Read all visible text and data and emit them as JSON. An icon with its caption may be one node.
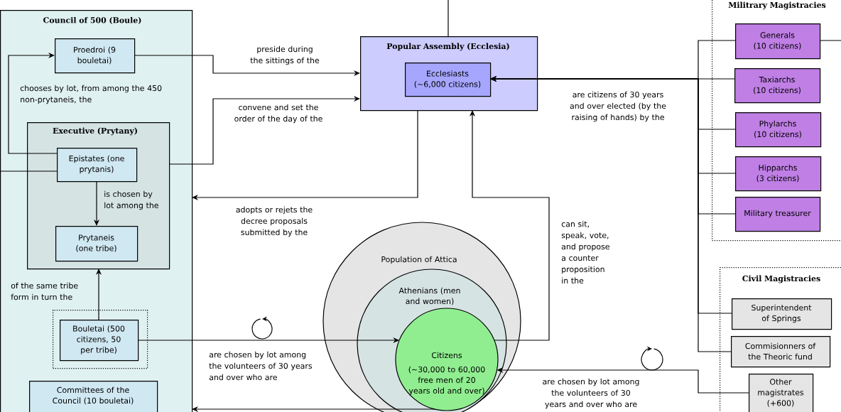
{
  "diagram": {
    "nodes": [
      {
        "text": [
          "Council of 500 (Boule)"
        ]
      },
      {
        "text": [
          "Proedroi (9 bouletai)"
        ],
        "in": 0
      },
      {
        "text": [
          "Executive (Prytany)"
        ],
        "in": 0
      },
      {
        "text": [
          "Epistates (one prytanis)"
        ],
        "in": 2
      },
      {
        "text": [
          "Prytaneis (one tribe)"
        ],
        "in": 2
      },
      {
        "text": [],
        "shape": "box",
        "in": 0
      },
      {
        "text": [
          "Bouletai (500 citizens, 50 per tribe)"
        ],
        "in": 5
      },
      {
        "text": [
          "Committees of the Council (10 bouletai)"
        ],
        "in": 0
      },
      {
        "text": [
          "Popular Assembly (Ecclesia)"
        ]
      },
      {
        "text": [
          "Ecclesiasts (~6,000 citizens)"
        ],
        "in": 8
      },
      {
        "text": [
          "Population of Attica"
        ]
      },
      {
        "text": [
          "Athenians (men and women)"
        ],
        "in": 10
      },
      {
        "text": [
          "Citizens",
          "(~30,000 to 60,000 free men of 20 years old and over)"
        ],
        "in": 11
      },
      {
        "text": [
          "Militrary Magistracies"
        ]
      },
      {
        "text": [
          "Generals (10 citizens)"
        ],
        "in": 13
      },
      {
        "text": [
          "Taxiarchs (10 citizens)"
        ],
        "in": 13
      },
      {
        "text": [
          "Phylarchs (10 citizens)"
        ],
        "in": 13
      },
      {
        "text": [
          "Hipparchs (3 citizens)"
        ],
        "in": 13
      },
      {
        "text": [
          "Military treasurer"
        ],
        "in": 13
      },
      {
        "text": [
          "Civil Magistracies"
        ]
      },
      {
        "text": [
          "Superintendent of Springs"
        ],
        "in": 19
      },
      {
        "text": [
          "Commisionners of the Theoric fund"
        ],
        "in": 19
      },
      {
        "text": [
          "Other magistrates (+600)"
        ],
        "in": 19
      }
    ],
    "edges": [
      {
        "from": 1,
        "to": 8,
        "arrow": "to",
        "label": "preside during the sittings of the"
      },
      {
        "from": 3,
        "to": 1,
        "arrow": "to",
        "label": "chooses by lot, from among the 450 non-prytaneis, the"
      },
      {
        "from": 2,
        "to": 8,
        "arrow": "to",
        "label": "convene and set the order of the day of the"
      },
      {
        "from": 3,
        "to": 4,
        "arrow": "to",
        "label": "is chosen by lot among the"
      },
      {
        "from": 3,
        "to": null,
        "arrow": "none"
      },
      {
        "from": 6,
        "to": 2,
        "arrow": "to",
        "label": "of the same tribe form in turn the"
      },
      {
        "from": 8,
        "to": 0,
        "arrow": "to",
        "label": "adopts or rejets the decree proposals submitted by the"
      },
      {
        "from": 12,
        "to": 8,
        "arrow": "to",
        "label": "can sit, speak, vote, and propose a counter proposition in the"
      },
      {
        "from": 6,
        "to": 12,
        "arrow": "to",
        "label": "are chosen by lot among the volunteers of 30 years and over who are"
      },
      {
        "from": 12,
        "to": 0,
        "arrow": "to"
      },
      {
        "from": 14,
        "to": 9,
        "arrow": "to"
      },
      {
        "from": 15,
        "to": 9,
        "arrow": "to",
        "label": "are citizens of 30 years and over elected (by the raising of hands) by the"
      },
      {
        "from": 16,
        "to": 9,
        "arrow": "to"
      },
      {
        "from": 17,
        "to": 9,
        "arrow": "to"
      },
      {
        "from": 18,
        "to": 9,
        "arrow": "to"
      },
      {
        "from": 20,
        "to": 9,
        "arrow": "to"
      },
      {
        "from": 21,
        "to": 9,
        "arrow": "to"
      },
      {
        "from": 22,
        "to": 12,
        "arrow": "to",
        "label": "are chosen by lot among the volunteers of 30 years and over who are"
      },
      {
        "from": 14,
        "to": null,
        "arrow": "none"
      },
      {
        "from": 8,
        "to": null,
        "arrow": "none"
      }
    ]
  }
}
